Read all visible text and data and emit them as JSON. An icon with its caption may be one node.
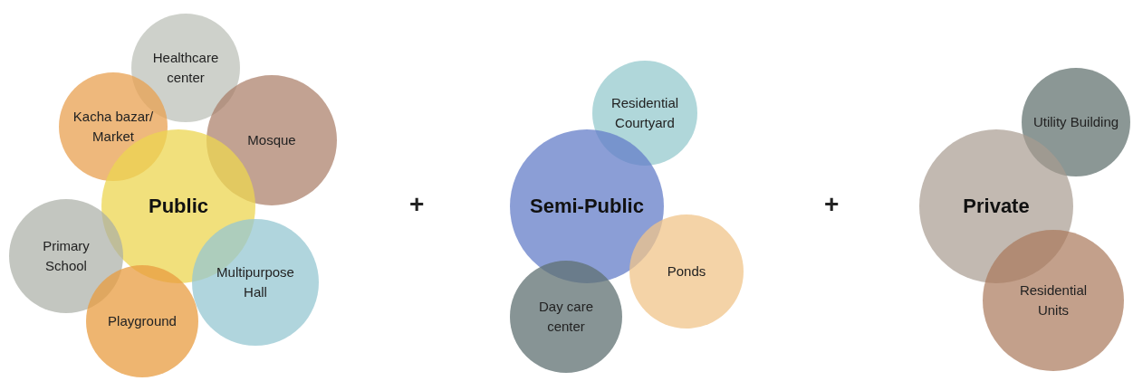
{
  "diagram": {
    "nodes": [
      {
        "text": [
          "Healthcare center"
        ]
      },
      {
        "text": [
          "Kacha bazar/ Market"
        ]
      },
      {
        "text": [
          "Mosque"
        ]
      },
      {
        "text": [
          "Public"
        ]
      },
      {
        "text": [
          "Primary School"
        ]
      },
      {
        "text": [
          "Multipurpose Hall"
        ]
      },
      {
        "text": [
          "Playground"
        ]
      },
      {
        "text": [
          "Residential Courtyard"
        ]
      },
      {
        "text": [
          "Semi-Public"
        ]
      },
      {
        "text": [
          "Ponds"
        ]
      },
      {
        "text": [
          "Day care center"
        ]
      },
      {
        "text": [
          "Utility Building"
        ]
      },
      {
        "text": [
          "Private"
        ]
      },
      {
        "text": [
          "Residential Units"
        ]
      }
    ],
    "edges": [],
    "labels": [
      "+",
      "+"
    ]
  }
}
